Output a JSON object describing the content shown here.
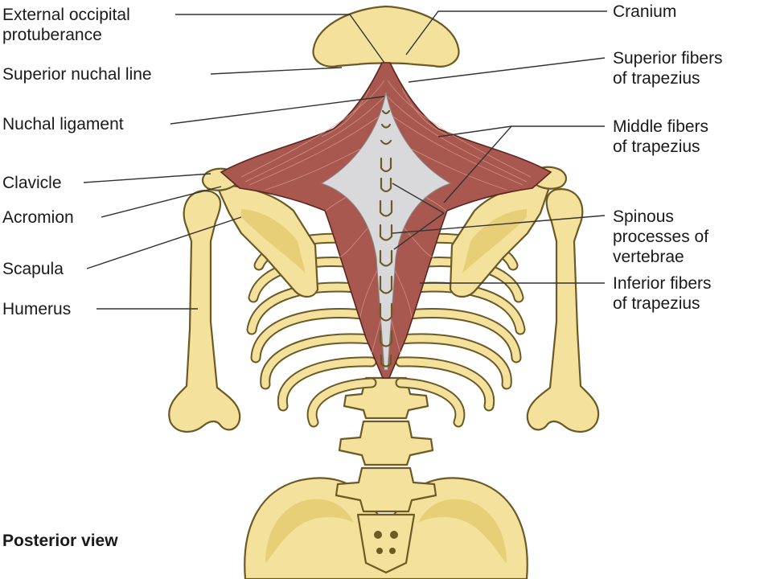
{
  "labels": {
    "external_occipital": [
      "External occipital",
      "protuberance"
    ],
    "superior_nuchal": "Superior nuchal line",
    "nuchal_ligament": "Nuchal ligament",
    "clavicle": "Clavicle",
    "acromion": "Acromion",
    "scapula": "Scapula",
    "humerus": "Humerus",
    "cranium": "Cranium",
    "superior_fibers": [
      "Superior fibers",
      "of trapezius"
    ],
    "middle_fibers": [
      "Middle fibers",
      "of trapezius"
    ],
    "spinous": [
      "Spinous",
      "processes of",
      "vertebrae"
    ],
    "inferior_fibers": [
      "Inferior fibers",
      "of trapezius"
    ]
  },
  "caption": "Posterior view",
  "colors": {
    "bone": "#f4e19c",
    "muscle": "#a8584e",
    "aponeurosis": "#d9d9db"
  }
}
